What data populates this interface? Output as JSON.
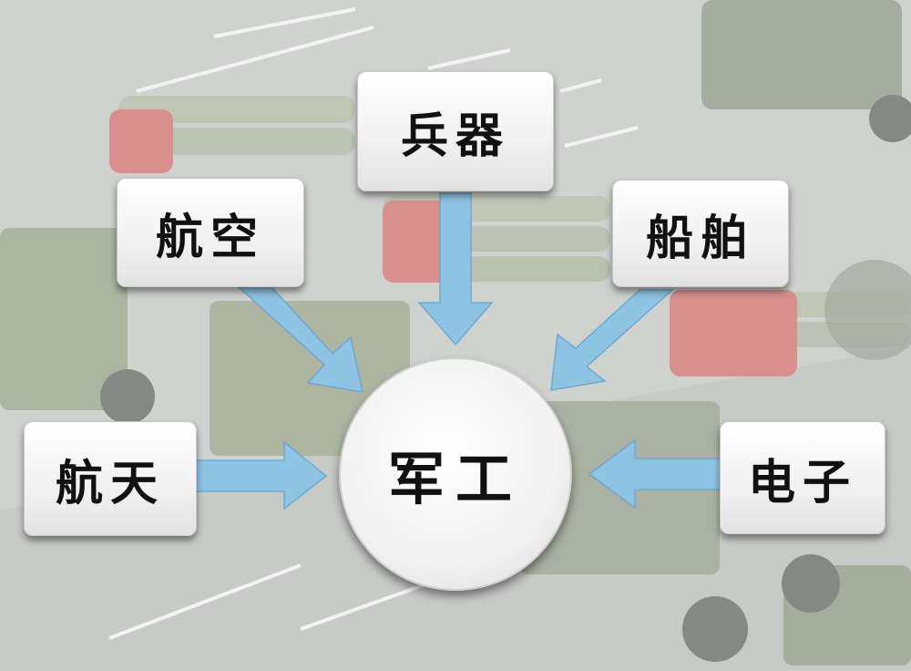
{
  "diagram": {
    "center": "军工",
    "nodes": {
      "weapons": "兵器",
      "aviation": "航空",
      "shipping": "船舶",
      "aerospace": "航天",
      "electronics": "电子"
    }
  },
  "colors": {
    "box_fill": "#f4f4f4",
    "arrow_fill": "#8fc3e3",
    "arrow_stroke": "#6fa9cf"
  }
}
